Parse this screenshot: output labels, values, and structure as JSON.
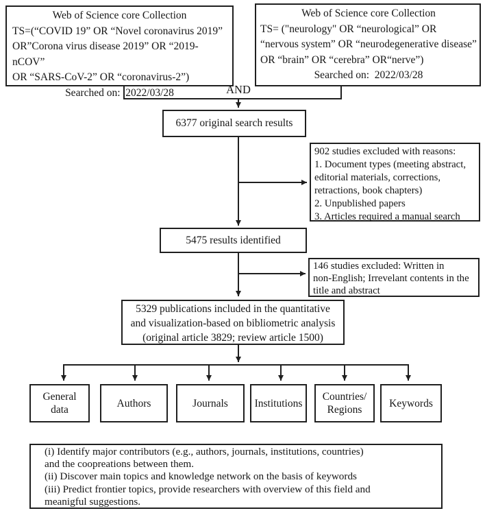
{
  "figure": {
    "background": "#ffffff",
    "line_color": "#1f1f1f",
    "text_color": "#161616"
  },
  "search_sources": {
    "covid": {
      "title": "Web of Science core Collection",
      "query": [
        "TS=(“COVID 19” OR “Novel coronavirus 2019”",
        "OR”Corona virus disease 2019” OR “2019-nCOV”",
        "OR “SARS-CoV-2” OR “coronavirus-2”)"
      ],
      "searched_on": "Searched on:  2022/03/28"
    },
    "neurology": {
      "title": "Web of Science core Collection",
      "query": [
        "TS= (\"neurology\" OR “neurological” OR",
        "“nervous system” OR “neurodegenerative disease”",
        "OR “brain” OR “cerebra” OR“nerve”)"
      ],
      "searched_on": "Searched on:  2022/03/28"
    }
  },
  "boolean_operator": "AND",
  "flow": {
    "initial_results": "6377 original search results",
    "exclusion_1": [
      "902 studies excluded with reasons:",
      "1. Document types (meeting abstract,",
      "editorial materials, corrections,",
      "retractions, book chapters)",
      "2. Unpublished papers",
      "3. Articles required a manual search"
    ],
    "identified_results": "5475 results identified",
    "exclusion_2": [
      "146 studies excluded: Written in",
      "non-English; Irrevelant contents in the",
      "title and abstract"
    ],
    "included_publications": [
      "5329 publications included in the quantitative",
      "and visualization-based on bibliometric analysis",
      "(original article 3829; review article 1500)"
    ]
  },
  "analysis_categories": [
    "General\ndata",
    "Authors",
    "Journals",
    "Institutions",
    "Countries/\nRegions",
    "Keywords"
  ],
  "objectives": [
    "(i) Identify major contributors (e.g., authors, journals, institutions, countries)",
    "and the coopreations between them.",
    "(ii) Discover main topics and knowledge network on the basis of keywords",
    "(iii) Predict frontier topics, provide researchers with overview of this field and",
    "meanigful suggestions."
  ]
}
